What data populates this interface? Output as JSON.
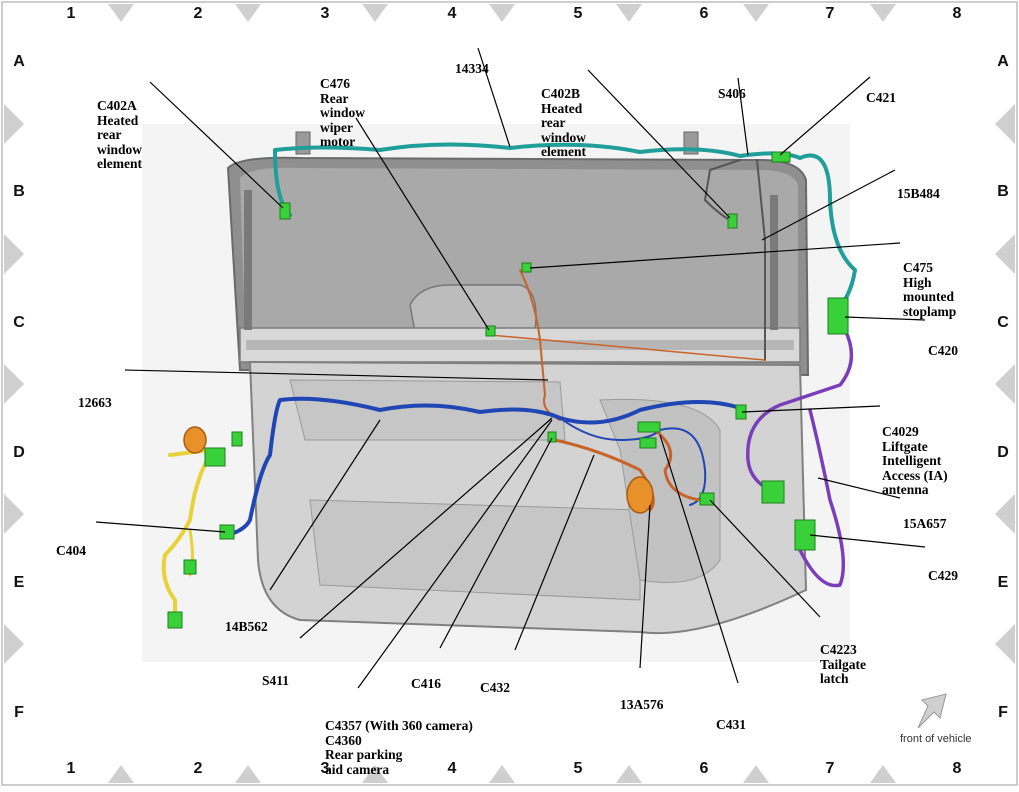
{
  "grid": {
    "columns": [
      "1",
      "2",
      "3",
      "4",
      "5",
      "6",
      "7",
      "8"
    ],
    "rows": [
      "A",
      "B",
      "C",
      "D",
      "E",
      "F"
    ]
  },
  "callouts": [
    {
      "id": "c402a",
      "lines": [
        "C402A",
        "Heated",
        "rear",
        "window",
        "element"
      ]
    },
    {
      "id": "c476",
      "lines": [
        "C476",
        "Rear",
        "window",
        "wiper",
        "motor"
      ]
    },
    {
      "id": "h14334",
      "lines": [
        "14334"
      ]
    },
    {
      "id": "c402b",
      "lines": [
        "C402B",
        "Heated",
        "rear",
        "window",
        "element"
      ]
    },
    {
      "id": "s406",
      "lines": [
        "S406"
      ]
    },
    {
      "id": "c421",
      "lines": [
        "C421"
      ]
    },
    {
      "id": "h15b484",
      "lines": [
        "15B484"
      ]
    },
    {
      "id": "c475",
      "lines": [
        "C475",
        "High",
        "mounted",
        "stoplamp"
      ]
    },
    {
      "id": "c420",
      "lines": [
        "C420"
      ]
    },
    {
      "id": "h12663",
      "lines": [
        "12663"
      ]
    },
    {
      "id": "c4029",
      "lines": [
        "C4029",
        "Liftgate",
        "Intelligent",
        "Access (IA)",
        "antenna"
      ]
    },
    {
      "id": "h15a657",
      "lines": [
        "15A657"
      ]
    },
    {
      "id": "c404",
      "lines": [
        "C404"
      ]
    },
    {
      "id": "c429",
      "lines": [
        "C429"
      ]
    },
    {
      "id": "h14b562",
      "lines": [
        "14B562"
      ]
    },
    {
      "id": "c4223",
      "lines": [
        "C4223",
        "Tailgate",
        "latch"
      ]
    },
    {
      "id": "s411",
      "lines": [
        "S411"
      ]
    },
    {
      "id": "c416",
      "lines": [
        "C416"
      ]
    },
    {
      "id": "c432",
      "lines": [
        "C432"
      ]
    },
    {
      "id": "h13a576",
      "lines": [
        "13A576"
      ]
    },
    {
      "id": "c431",
      "lines": [
        "C431"
      ]
    },
    {
      "id": "c4357",
      "lines": [
        "C4357 (With 360 camera)",
        "C4360",
        "Rear parking",
        "aid camera"
      ]
    }
  ],
  "orientation": {
    "label": "front of vehicle",
    "icon": "arrow-icon"
  },
  "colors": {
    "harness_teal": "#1f9e9a",
    "harness_blue": "#1f46b4",
    "harness_purple": "#7a3fb8",
    "harness_orange": "#c8632a",
    "harness_yellow": "#e8d23a",
    "connector_green": "#39d13a",
    "panel_gray": "#c9c9c9"
  }
}
